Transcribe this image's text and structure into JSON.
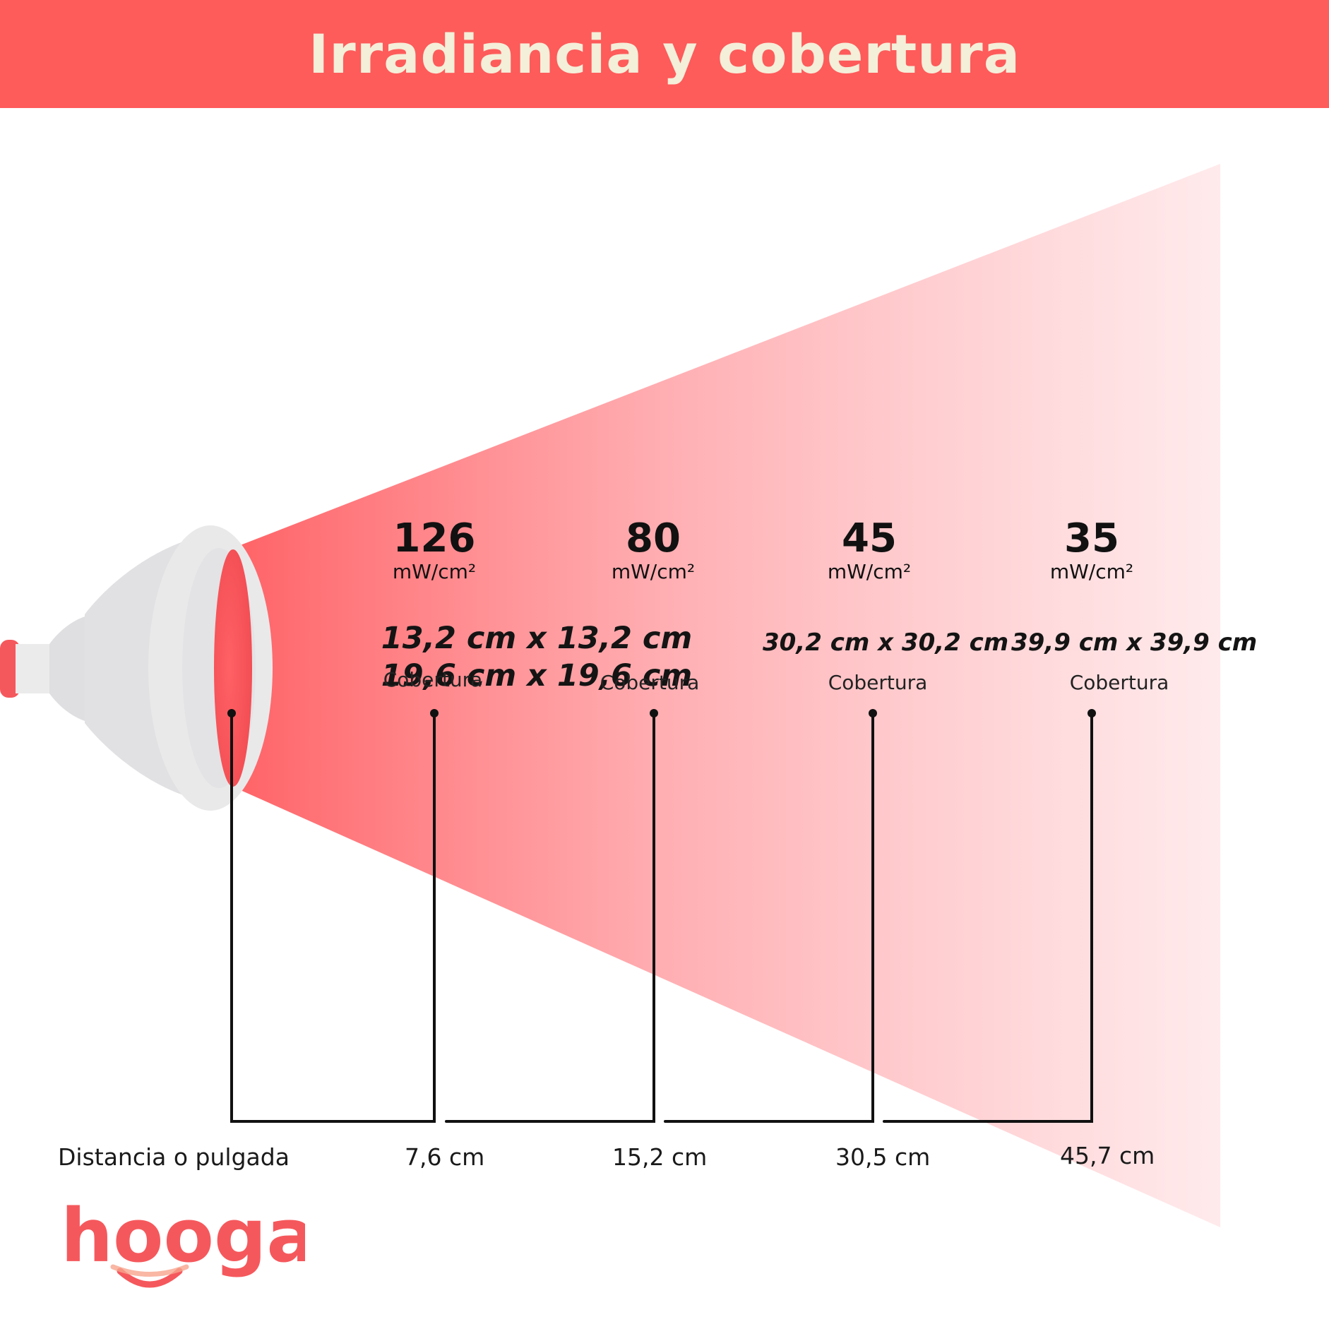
{
  "header": {
    "title": "Irradiancia y cobertura"
  },
  "colors": {
    "accent": "#fe5b5b",
    "title_text": "#f4efd9",
    "beam": "#ff5a5e"
  },
  "irradiance": [
    {
      "value": "126",
      "unit": "mW/cm²"
    },
    {
      "value": "80",
      "unit": "mW/cm²"
    },
    {
      "value": "45",
      "unit": "mW/cm²"
    },
    {
      "value": "35",
      "unit": "mW/cm²"
    }
  ],
  "coverage": [
    {
      "size": "13,2 cm x 13,2 cm",
      "label": "Cobertura"
    },
    {
      "size": "19,6 cm x 19,6 cm",
      "label": "Cobertura"
    },
    {
      "size": "30,2 cm x 30,2 cm",
      "label": "Cobertura"
    },
    {
      "size": "39,9 cm x 39,9 cm",
      "label": "Cobertura"
    }
  ],
  "distance": {
    "axis_label": "Distancia o pulgada",
    "values": [
      "7,6 cm",
      "15,2 cm",
      "30,5 cm",
      "45,7 cm"
    ]
  },
  "logo": {
    "text": "hooga"
  }
}
